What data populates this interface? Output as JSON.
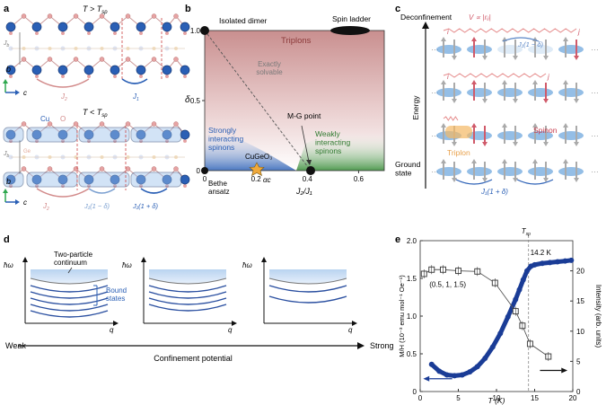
{
  "panels": {
    "a": "a",
    "b": "b",
    "c": "c",
    "d": "d",
    "e": "e"
  },
  "panel_a": {
    "title_top": "T > T",
    "title_top_sub": "sp",
    "title_bottom": "T < T",
    "title_bottom_sub": "sp",
    "label_b": "b",
    "label_c": "c",
    "label_jb": "J",
    "label_jb_sub": "b",
    "label_j2": "J",
    "label_j2_sub": "2",
    "label_j1": "J",
    "label_j1_sub": "1",
    "label_cu": "Cu",
    "label_o": "O",
    "label_ge": "Ge",
    "label_dimer_weak": "J₁(1 − δ)",
    "label_dimer_strong": "J₁(1 + δ)"
  },
  "panel_b": {
    "region_triplons": "Triplons",
    "region_exact": "Exactly\nsolvable",
    "region_strong": "Strongly\ninteracting\nspinons",
    "region_weak": "Weakly\ninteracting\nspinons",
    "label_isolated_dimer": "Isolated dimer",
    "label_spin_ladder": "Spin ladder",
    "label_mg": "M-G point",
    "label_cugeo3": "CuGeO₃",
    "label_bethe": "Bethe\nansatz",
    "label_alpha_c": "αc",
    "ylabel": "δ",
    "xlabel": "J₂/J₁",
    "xticks": [
      "0",
      "0.2",
      "0.4",
      "0.6"
    ],
    "yticks": [
      "0",
      "0.5",
      "1.0"
    ]
  },
  "panel_c": {
    "label_deconfinement": "Deconfinement",
    "label_ground": "Ground\nstate",
    "label_energy": "Energy",
    "label_v": "V ∝ |rᵢⱼ|",
    "label_j1_minus": "J₁(1 − δ)",
    "label_j1_plus": "J₁(1 + δ)",
    "label_spinon": "Spinon",
    "label_triplon": "Triplon",
    "label_i": "i",
    "label_j": "j",
    "ellipsis": "…"
  },
  "panel_d": {
    "label_continuum": "Two-particle\ncontinuum",
    "label_bound": "Bound\nstates",
    "axis_y": "ħω",
    "axis_x": "q",
    "label_weak": "Weak",
    "label_strong": "Strong",
    "label_confinement": "Confinement potential"
  },
  "panel_e": {
    "chart_data": {
      "type": "scatter",
      "title": "",
      "xlabel": "T (K)",
      "ylabel_left": "M/H (10⁻³ emu mol⁻¹ Oe⁻¹)",
      "ylabel_right": "Intensity (arb. units)",
      "xlim": [
        0,
        20
      ],
      "ylim_left": [
        0,
        2.0
      ],
      "ylim_right": [
        0,
        25
      ],
      "xticks": [
        "0",
        "5",
        "10",
        "15",
        "20"
      ],
      "yticks_left": [
        "0",
        "0.5",
        "1.0",
        "1.5",
        "2.0"
      ],
      "yticks_right": [
        "0",
        "5",
        "10",
        "15",
        "20"
      ],
      "marker_label": "T",
      "marker_label_sub": "sp",
      "marker_value": "14.2 K",
      "q_label": "(0.5, 1, 1.5)",
      "series": [
        {
          "name": "Intensity",
          "axis": "right",
          "x": [
            0.5,
            1.5,
            3,
            5,
            7.5,
            9.8,
            12.5,
            13.4,
            14.4,
            16.8
          ],
          "y": [
            19.5,
            20.2,
            20.2,
            20.0,
            19.9,
            18.0,
            13.3,
            10.9,
            7.9,
            5.8
          ]
        },
        {
          "name": "M/H",
          "axis": "left",
          "x": [
            1.5,
            2.5,
            3.5,
            4.5,
            5.5,
            6.5,
            7.5,
            8.5,
            9.5,
            10.5,
            11.5,
            12.5,
            13.0,
            13.5,
            14.0,
            14.5,
            15,
            16,
            17,
            18,
            19,
            19.8
          ],
          "y": [
            0.36,
            0.27,
            0.22,
            0.21,
            0.22,
            0.26,
            0.33,
            0.44,
            0.59,
            0.77,
            0.99,
            1.22,
            1.35,
            1.48,
            1.6,
            1.66,
            1.68,
            1.7,
            1.71,
            1.72,
            1.73,
            1.74
          ]
        }
      ]
    }
  }
}
